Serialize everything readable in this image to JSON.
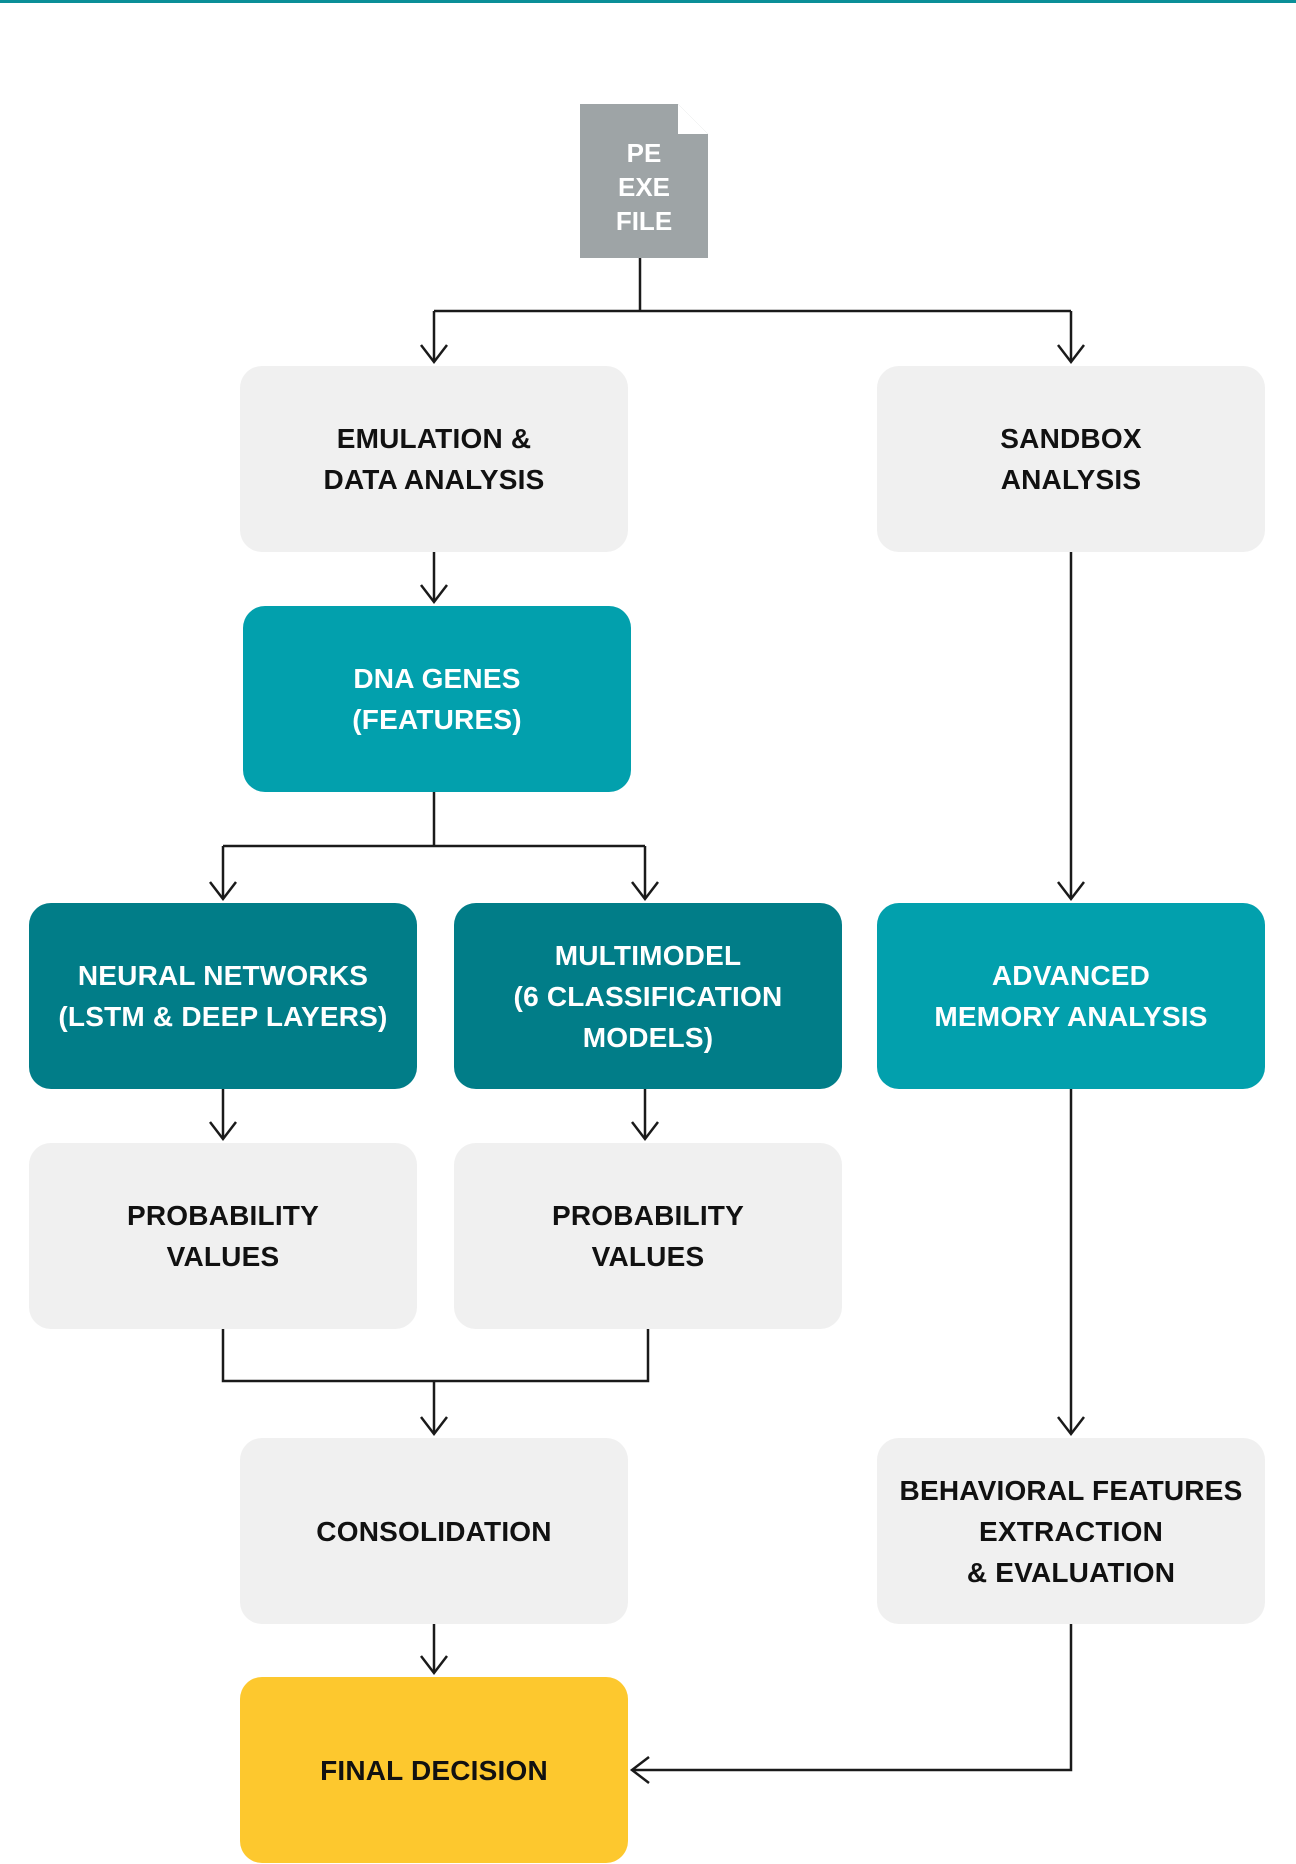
{
  "colors": {
    "light_box": "#f0f0f0",
    "teal": "#02a0ad",
    "dark_teal": "#017d88",
    "yellow": "#fdc82e",
    "doc_gray": "#9ea4a6",
    "line": "#1a1a1a",
    "top_rule": "#0a8f98"
  },
  "file_icon": {
    "lines": [
      "PE",
      "EXE",
      "FILE"
    ]
  },
  "nodes": {
    "emulation": {
      "lines": [
        "EMULATION &",
        "DATA ANALYSIS"
      ]
    },
    "sandbox": {
      "lines": [
        "SANDBOX",
        "ANALYSIS"
      ]
    },
    "dna": {
      "lines": [
        "DNA GENES",
        "(FEATURES)"
      ]
    },
    "neural": {
      "lines": [
        "NEURAL NETWORKS",
        "(LSTM & DEEP LAYERS)"
      ]
    },
    "multimodel": {
      "lines": [
        "MULTIMODEL",
        "(6 CLASSIFICATION",
        "MODELS)"
      ]
    },
    "memory": {
      "lines": [
        "ADVANCED",
        "MEMORY ANALYSIS"
      ]
    },
    "prob_left": {
      "lines": [
        "PROBABILITY",
        "VALUES"
      ]
    },
    "prob_right": {
      "lines": [
        "PROBABILITY",
        "VALUES"
      ]
    },
    "consolidation": {
      "lines": [
        "CONSOLIDATION"
      ]
    },
    "behavioral": {
      "lines": [
        "BEHAVIORAL FEATURES",
        "EXTRACTION",
        "& EVALUATION"
      ]
    },
    "final": {
      "lines": [
        "FINAL DECISION"
      ]
    }
  }
}
